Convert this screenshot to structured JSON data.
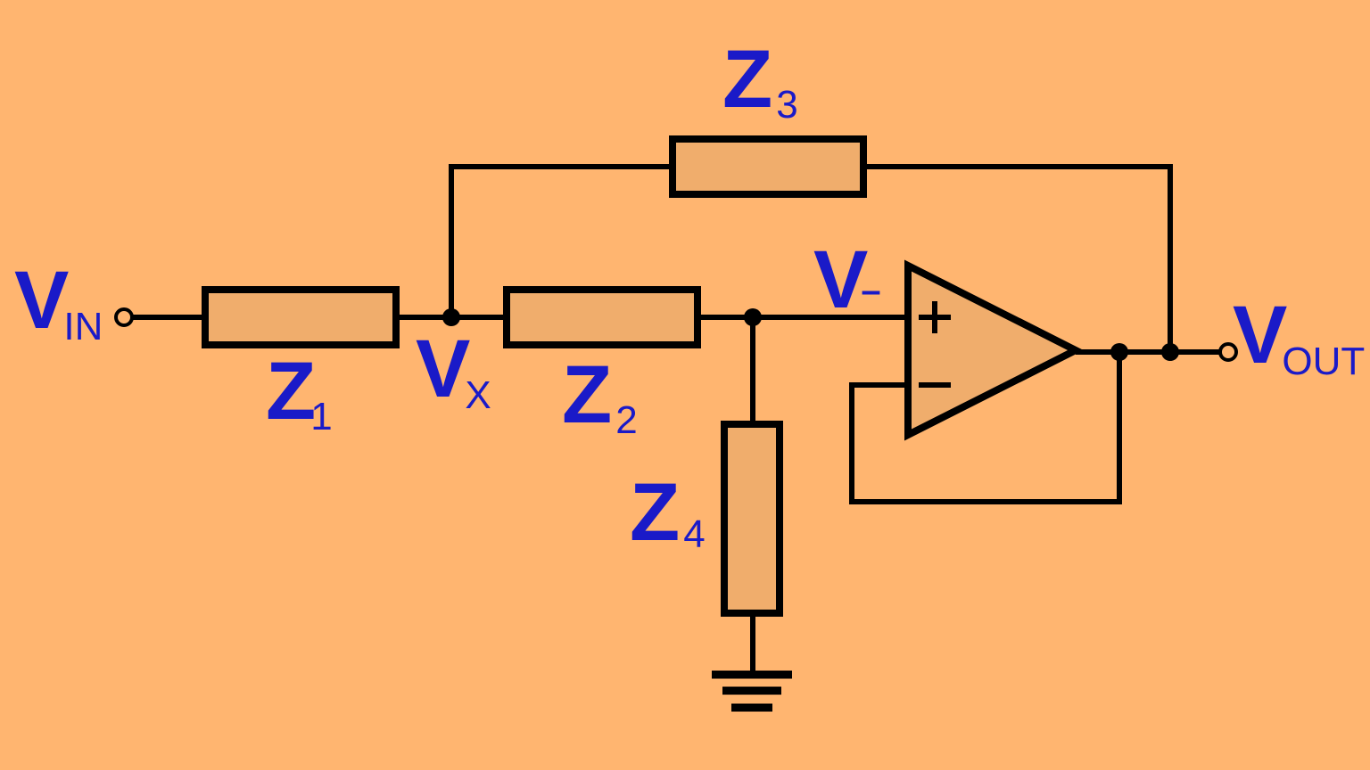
{
  "colors": {
    "background": "#FFB570",
    "component_fill": "#F0AD6C",
    "wire": "#000000",
    "label": "#1A1AC8"
  },
  "labels": {
    "vin": {
      "main": "V",
      "sub": "IN"
    },
    "vx": {
      "main": "V",
      "sub": "X"
    },
    "vminus": {
      "main": "V",
      "sub": "–"
    },
    "vout": {
      "main": "V",
      "sub": "OUT"
    },
    "z1": {
      "main": "Z",
      "sub": "1"
    },
    "z2": {
      "main": "Z",
      "sub": "2"
    },
    "z3": {
      "main": "Z",
      "sub": "3"
    },
    "z4": {
      "main": "Z",
      "sub": "4"
    }
  },
  "opamp": {
    "plus_input": "+",
    "minus_input": "–"
  },
  "icons": {
    "ground": "ground-icon",
    "terminal": "terminal-icon",
    "junction": "junction-dot-icon"
  }
}
